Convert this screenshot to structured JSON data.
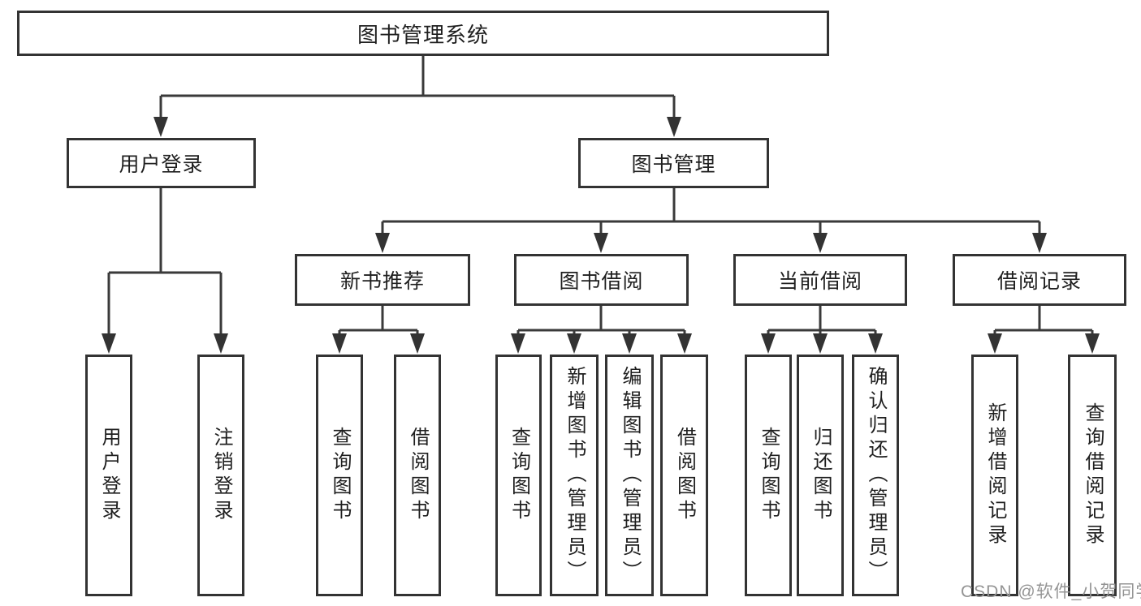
{
  "diagram": {
    "root": {
      "label": "图书管理系统"
    },
    "branches": [
      {
        "label": "用户登录",
        "leaves": [
          {
            "label": "用户登录"
          },
          {
            "label": "注销登录"
          }
        ]
      },
      {
        "label": "图书管理",
        "groups": [
          {
            "label": "新书推荐",
            "leaves": [
              {
                "label": "查询图书"
              },
              {
                "label": "借阅图书"
              }
            ]
          },
          {
            "label": "图书借阅",
            "leaves": [
              {
                "label": "查询图书"
              },
              {
                "label": "新增图书（管理员）"
              },
              {
                "label": "编辑图书（管理员）"
              },
              {
                "label": "借阅图书"
              }
            ]
          },
          {
            "label": "当前借阅",
            "leaves": [
              {
                "label": "查询图书"
              },
              {
                "label": "归还图书"
              },
              {
                "label": "确认归还（管理员）"
              }
            ]
          },
          {
            "label": "借阅记录",
            "leaves": [
              {
                "label": "新增借阅记录"
              },
              {
                "label": "查询借阅记录"
              }
            ]
          }
        ]
      }
    ]
  },
  "watermark": {
    "text": "CSDN @软件_小贺同学"
  },
  "colors": {
    "line": "#3a3a3a",
    "box_border": "#333333",
    "text": "#1f1f1f",
    "watermark": "#949494",
    "background": "#ffffff"
  }
}
